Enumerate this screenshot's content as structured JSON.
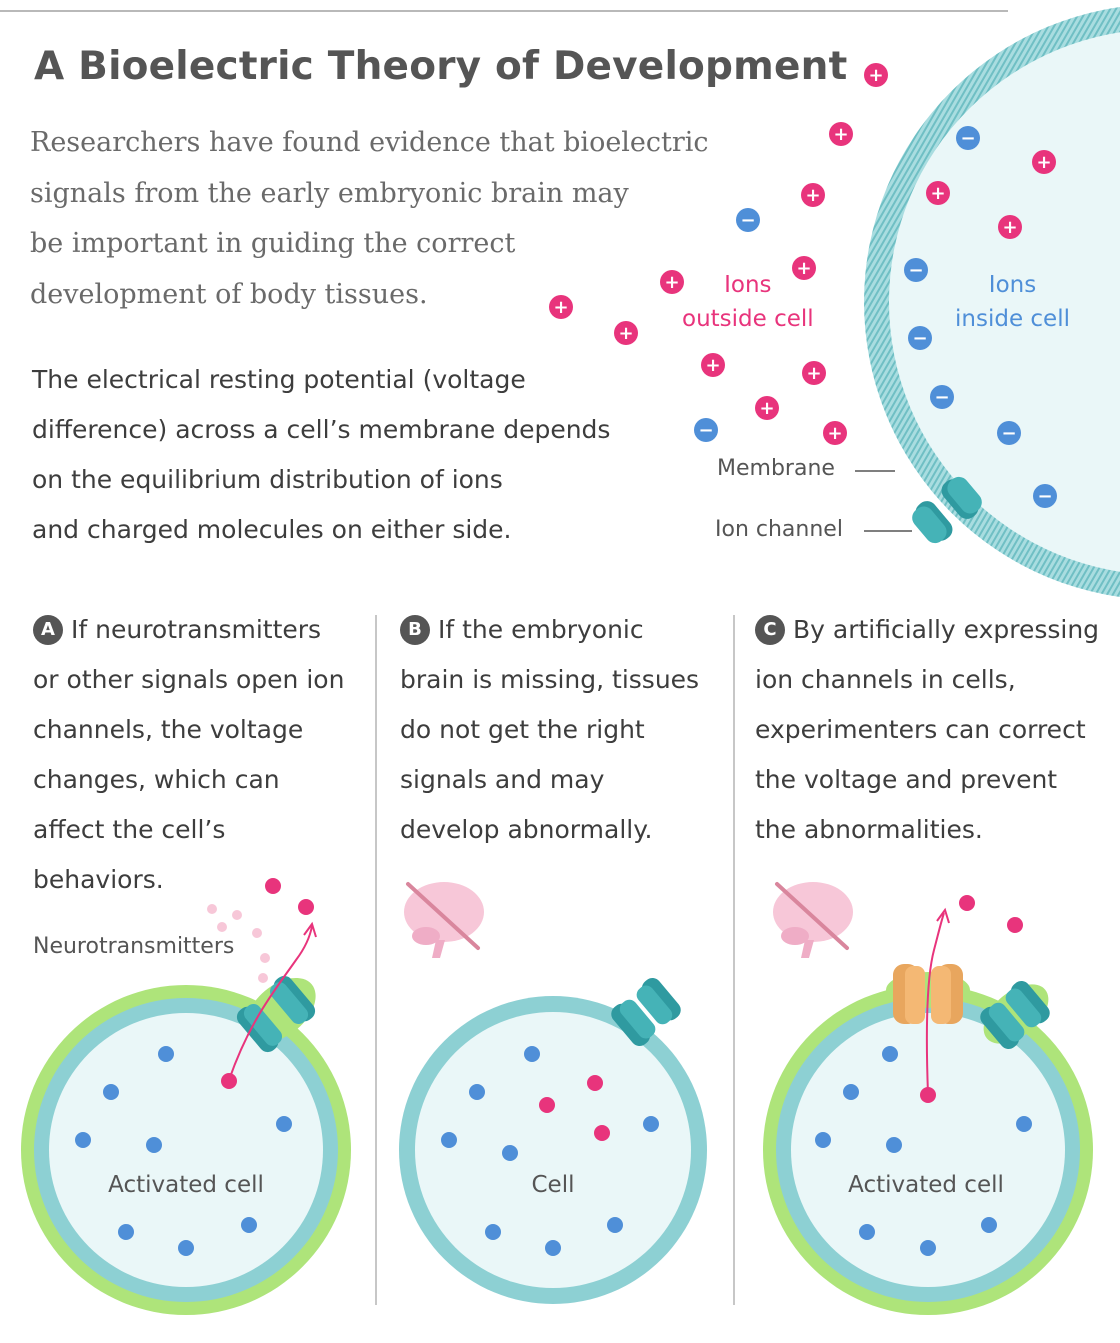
{
  "title": "A Bioelectric Theory of Development",
  "intro_lines": [
    "Researchers have found evidence that bioelectric",
    "signals from the early embryonic brain may",
    "be important in guiding the correct",
    "development of body tissues."
  ],
  "paragraph_lines": [
    "The electrical resting potential (voltage",
    "difference) across a cell’s membrane depends",
    "on the equilibrium distribution of ions",
    "and charged molecules on either side."
  ],
  "labels": {
    "ions_outside": [
      "Ions",
      "outside cell"
    ],
    "ions_inside": [
      "Ions",
      "inside cell"
    ],
    "membrane": "Membrane",
    "ion_channel": "Ion channel",
    "neurotransmitters": "Neurotransmitters"
  },
  "symbols": {
    "plus": "+",
    "minus": "−"
  },
  "columns": [
    {
      "letter": "A",
      "lines": [
        "If neurotransmitters",
        "or other signals open ion",
        "channels, the voltage",
        "changes, which can",
        "affect the cell’s",
        "behaviors."
      ],
      "cell_label": "Activated cell"
    },
    {
      "letter": "B",
      "lines": [
        "If the embryonic",
        "brain is missing, tissues",
        "do not get the right",
        "signals and may",
        "develop abnormally."
      ],
      "cell_label": "Cell"
    },
    {
      "letter": "C",
      "lines": [
        "By artificially expressing",
        "ion channels in cells,",
        "experimenters can correct",
        "the voltage and prevent",
        "the abnormalities."
      ],
      "cell_label": "Activated cell"
    }
  ],
  "colors": {
    "positive_ion": "#e8347c",
    "negative_ion": "#4f8fd8",
    "membrane": "#8dd0d3",
    "cytoplasm": "#eaf7f8",
    "activated_glow": "#aee47a",
    "ion_channel": "#3fa9ad",
    "artificial_channel": "#f4b874",
    "brain": "#f7c7d8",
    "strike": "#d9869d"
  },
  "icons": {
    "positive_ion": "plus-circle-icon",
    "negative_ion": "minus-circle-icon",
    "ion_channel": "ion-channel-icon",
    "artificial_channel": "artificial-ion-channel-icon",
    "missing_brain": "crossed-out-brain-icon"
  }
}
